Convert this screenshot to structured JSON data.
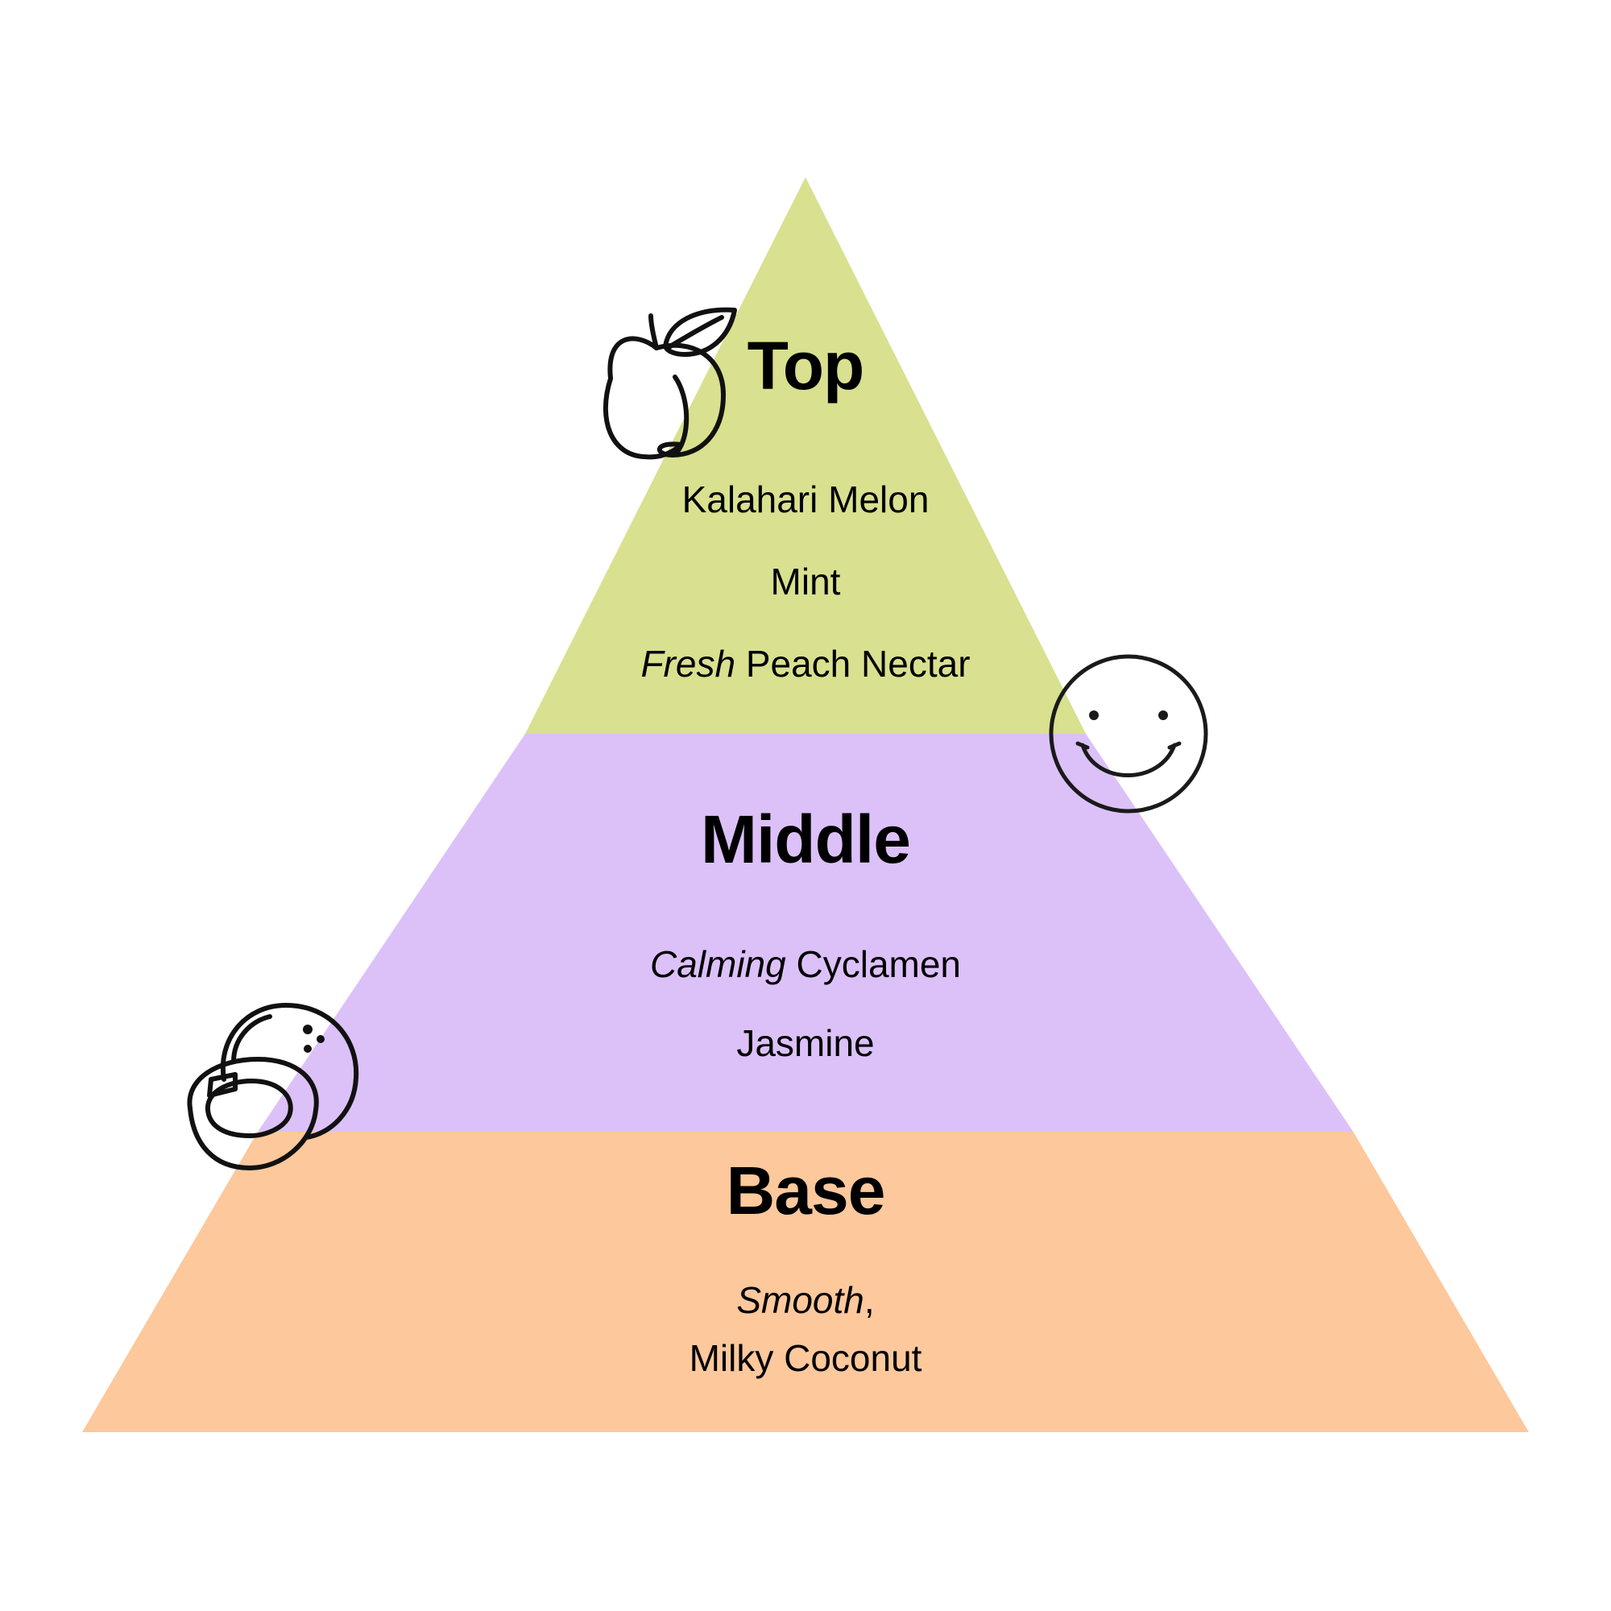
{
  "colors": {
    "top_tier": "#d9e08f",
    "middle_tier": "#dcc1f9",
    "base_tier": "#fdc89c",
    "outline": "#111111"
  },
  "tiers": {
    "top": {
      "title": "Top",
      "icon": "peach-icon",
      "notes": [
        {
          "descriptor": "",
          "text": "Kalahari Melon"
        },
        {
          "descriptor": "",
          "text": "Mint"
        },
        {
          "descriptor": "Fresh",
          "text": " Peach Nectar"
        }
      ]
    },
    "middle": {
      "title": "Middle",
      "icon": "smiley-face-icon",
      "notes": [
        {
          "descriptor": "Calming",
          "text": " Cyclamen"
        },
        {
          "descriptor": "",
          "text": "Jasmine"
        }
      ]
    },
    "base": {
      "title": "Base",
      "icon": "coconut-icon",
      "notes": [
        {
          "descriptor": "Smooth",
          "text": ","
        },
        {
          "descriptor": "",
          "text": "Milky Coconut"
        }
      ]
    }
  }
}
